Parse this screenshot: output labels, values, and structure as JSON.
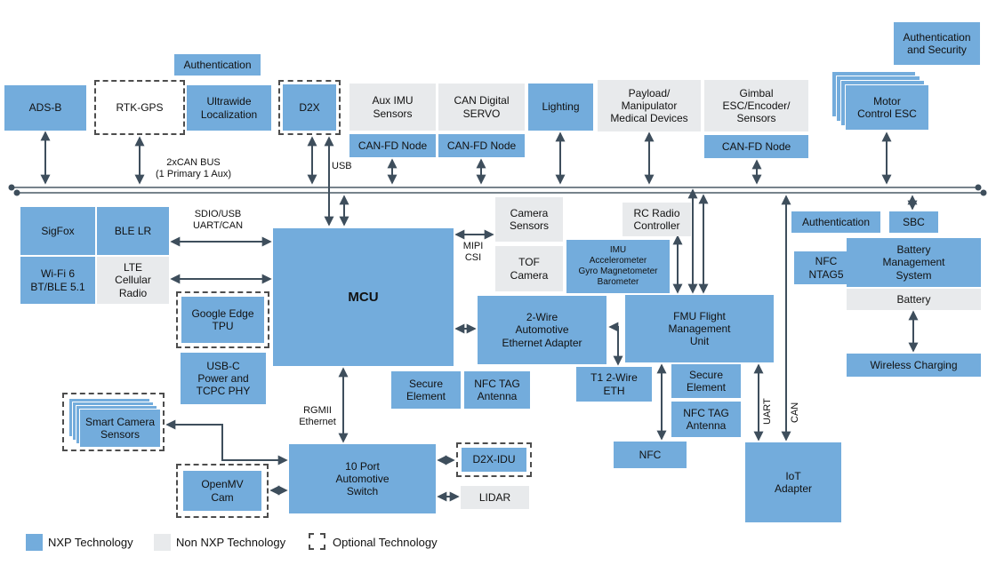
{
  "colors": {
    "nxp_blue": "#73ACDC",
    "non_nxp_gray": "#E8EAEC",
    "line": "#3E4E5C"
  },
  "nodes": {
    "ads_b": {
      "label": "ADS-B"
    },
    "rtk_gps": {
      "label": "RTK-GPS"
    },
    "auth_top": {
      "label": "Authentication"
    },
    "ultrawide": {
      "label": "Ultrawide\nLocalization"
    },
    "d2x": {
      "label": "D2X"
    },
    "aux_imu": {
      "label": "Aux IMU\nSensors"
    },
    "canfd_aux": {
      "label": "CAN-FD Node"
    },
    "can_servo": {
      "label": "CAN Digital\nSERVO"
    },
    "canfd_servo": {
      "label": "CAN-FD Node"
    },
    "lighting": {
      "label": "Lighting"
    },
    "payload": {
      "label": "Payload/\nManipulator\nMedical Devices"
    },
    "gimbal": {
      "label": "Gimbal\nESC/Encoder/\nSensors"
    },
    "canfd_gimbal": {
      "label": "CAN-FD Node"
    },
    "motor_esc": {
      "label": "Motor\nControl ESC"
    },
    "auth_security": {
      "label": "Authentication\nand Security"
    },
    "sigfox": {
      "label": "SigFox"
    },
    "ble_lr": {
      "label": "BLE LR"
    },
    "wifi": {
      "label": "Wi-Fi 6\nBT/BLE 5.1"
    },
    "lte": {
      "label": "LTE\nCellular\nRadio"
    },
    "mcu": {
      "label": "MCU"
    },
    "google_tpu": {
      "label": "Google Edge\nTPU"
    },
    "usbc": {
      "label": "USB-C\nPower and\nTCPC PHY"
    },
    "camera_sensors": {
      "label": "Camera\nSensors"
    },
    "tof_camera": {
      "label": "TOF\nCamera"
    },
    "imu": {
      "label": "IMU\nAccelerometer\nGyro Magnetometer\nBarometer"
    },
    "rc_radio": {
      "label": "RC Radio\nController"
    },
    "eth_adapter": {
      "label": "2-Wire\nAutomotive\nEthernet Adapter"
    },
    "fmu": {
      "label": "FMU Flight\nManagement\nUnit"
    },
    "secure_element_left": {
      "label": "Secure\nElement"
    },
    "nfc_tag_left": {
      "label": "NFC TAG\nAntenna"
    },
    "t1_eth": {
      "label": "T1 2-Wire\nETH"
    },
    "secure_element_right": {
      "label": "Secure\nElement"
    },
    "nfc_tag_right": {
      "label": "NFC TAG\nAntenna"
    },
    "nfc": {
      "label": "NFC"
    },
    "auth_right": {
      "label": "Authentication"
    },
    "sbc": {
      "label": "SBC"
    },
    "nfc_ntag5": {
      "label": "NFC\nNTAG5"
    },
    "bms": {
      "label": "Battery\nManagement\nSystem"
    },
    "battery": {
      "label": "Battery"
    },
    "wireless_charging": {
      "label": "Wireless Charging"
    },
    "smart_camera": {
      "label": "Smart Camera\nSensors"
    },
    "openmv": {
      "label": "OpenMV\nCam"
    },
    "switch10": {
      "label": "10 Port\nAutomotive\nSwitch"
    },
    "d2x_idu": {
      "label": "D2X-IDU"
    },
    "lidar": {
      "label": "LIDAR"
    },
    "iot_adapter": {
      "label": "IoT\nAdapter"
    }
  },
  "bus_labels": {
    "can_bus": "2xCAN BUS\n(1 Primary 1 Aux)",
    "usb": "USB",
    "sdio": "SDIO/USB\nUART/CAN",
    "mipi": "MIPI\nCSI",
    "rgmii": "RGMII\nEthernet",
    "uart": "UART",
    "can": "CAN"
  },
  "legend": {
    "nxp": "NXP Technology",
    "non_nxp": "Non NXP Technology",
    "optional": "Optional Technology"
  }
}
